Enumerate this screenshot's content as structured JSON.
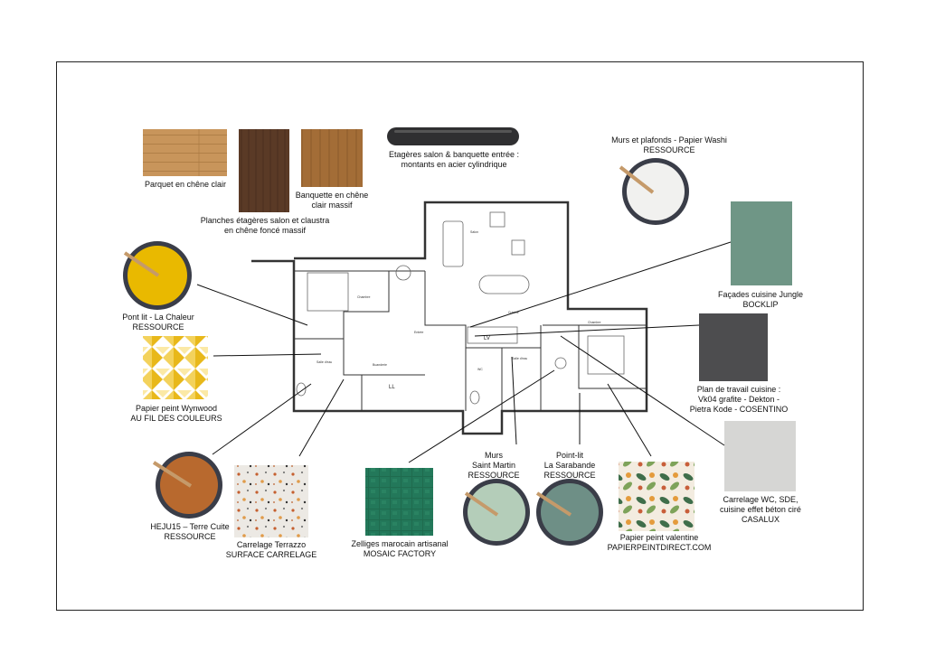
{
  "labels": {
    "parquet": [
      "Parquet en chêne clair"
    ],
    "planches": [
      "Planches étagères salon et claustra",
      "en chêne foncé massif"
    ],
    "banquette": [
      "Banquette en chêne",
      "clair massif"
    ],
    "etageres": [
      "Etagères salon & banquette entrée :",
      "montants en acier cylindrique"
    ],
    "murs_plafonds": [
      "Murs et plafonds - Papier Washi",
      "RESSOURCE"
    ],
    "pont_lit_chaleur": [
      "Pont lit - La Chaleur",
      "RESSOURCE"
    ],
    "wynwood": [
      "Papier peint Wynwood",
      "AU FIL DES COULEURS"
    ],
    "facades": [
      "Façades cuisine Jungle",
      "BOCKLIP"
    ],
    "plan_travail": [
      "Plan de travail cuisine :",
      "Vk04 grafite - Dekton -",
      "Pietra Kode - COSENTINO"
    ],
    "carrelage_wc": [
      "Carrelage WC, SDE,",
      "cuisine effet béton ciré",
      "CASALUX"
    ],
    "heju": [
      "HEJU15 – Terre Cuite",
      "RESSOURCE"
    ],
    "terrazzo": [
      "Carrelage Terrazzo",
      "SURFACE CARRELAGE"
    ],
    "zelliges": [
      "Zelliges marocain artisanal",
      "MOSAIC FACTORY"
    ],
    "saint_martin": [
      "Murs",
      "Saint Martin",
      "RESSOURCE"
    ],
    "sarabande": [
      "Point-lit",
      "La Sarabande",
      "RESSOURCE"
    ],
    "valentine": [
      "Papier peint valentine",
      "PAPIERPEINTDIRECT.COM"
    ]
  },
  "plan_rooms": {
    "salon": "Salon",
    "chambre1": "Chambre",
    "chambre2": "Chambre",
    "sde": "Salle d'eau",
    "entree": "Entrée",
    "buanderie": "Buanderie",
    "wc": "WC",
    "sde2": "Salle d'eau",
    "cuisine": "Cuisine",
    "lv": "LV",
    "ll": "LL"
  },
  "colors": {
    "oak_light": "#c89a63",
    "oak_dark": "#5a3a26",
    "oak_medium": "#a06a35",
    "paint_white": "#f1f1ef",
    "paint_yellow": "#e9b900",
    "paint_terracotta": "#b8692e",
    "paint_sage": "#b4cdb9",
    "paint_green_grey": "#6e8f86",
    "jungle_green": "#6f9686",
    "dekton": "#4d4d4f",
    "beton": "#d6d6d4",
    "zellige": "#1f6b4e"
  },
  "icons": {
    "paint_can": "paint-can-icon",
    "brush": "brush-icon"
  }
}
